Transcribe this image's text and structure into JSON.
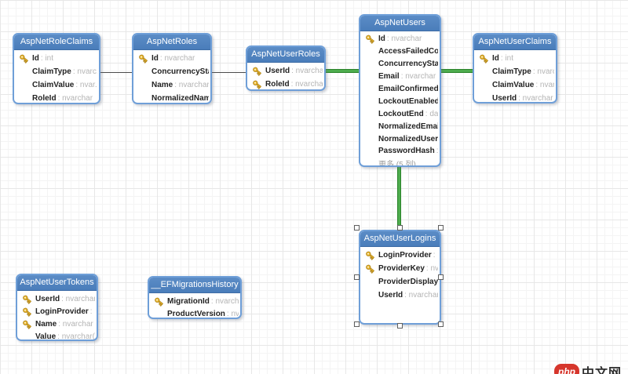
{
  "diagram": {
    "header_color": "#4a7dba",
    "table_border_color": "#6f9fd8",
    "green_relation_color": "#51b151",
    "gray_relation_color": "#4a4a4a",
    "key_icon_color": "#e7b52d"
  },
  "tables": [
    {
      "title": "AspNetRoleClaims",
      "fields": [
        {
          "key": true,
          "name": "Id",
          "type": ": int"
        },
        {
          "key": false,
          "name": "ClaimType",
          "type": ": nvarc..."
        },
        {
          "key": false,
          "name": "ClaimValue",
          "type": ": nvar..."
        },
        {
          "key": false,
          "name": "RoleId",
          "type": ": nvarchar"
        }
      ]
    },
    {
      "title": "AspNetRoles",
      "fields": [
        {
          "key": true,
          "name": "Id",
          "type": ": nvarchar"
        },
        {
          "key": false,
          "name": "ConcurrencyStamp",
          "type": ":"
        },
        {
          "key": false,
          "name": "Name",
          "type": ": nvarchar"
        },
        {
          "key": false,
          "name": "NormalizedName...",
          "type": ""
        }
      ]
    },
    {
      "title": "AspNetUserRoles",
      "fields": [
        {
          "key": true,
          "name": "UserId",
          "type": ": nvarchar"
        },
        {
          "key": true,
          "name": "RoleId",
          "type": ": nvarchar"
        }
      ]
    },
    {
      "title": "AspNetUsers",
      "fields": [
        {
          "key": true,
          "name": "Id",
          "type": ": nvarchar"
        },
        {
          "key": false,
          "name": "AccessFailedCount...",
          "type": ""
        },
        {
          "key": false,
          "name": "ConcurrencyStamp",
          "type": ":"
        },
        {
          "key": false,
          "name": "Email",
          "type": ": nvarchar"
        },
        {
          "key": false,
          "name": "EmailConfirmed",
          "type": ": ..."
        },
        {
          "key": false,
          "name": "LockoutEnabled...",
          "type": ""
        },
        {
          "key": false,
          "name": "LockoutEnd",
          "type": ": dat..."
        },
        {
          "key": false,
          "name": "NormalizedEmail...",
          "type": ""
        },
        {
          "key": false,
          "name": "NormalizedUserN...",
          "type": ""
        },
        {
          "key": false,
          "name": "PasswordHash",
          "type": ": n..."
        },
        {
          "key": false,
          "more": true,
          "name": "更多 (5 列)...",
          "type": ""
        }
      ]
    },
    {
      "title": "AspNetUserClaims",
      "fields": [
        {
          "key": true,
          "name": "Id",
          "type": ": int"
        },
        {
          "key": false,
          "name": "ClaimType",
          "type": ": nvarc..."
        },
        {
          "key": false,
          "name": "ClaimValue",
          "type": ": nvarc..."
        },
        {
          "key": false,
          "name": "UserId",
          "type": ": nvarchar"
        }
      ]
    },
    {
      "title": "AspNetUserLogins",
      "selected": true,
      "fields": [
        {
          "key": true,
          "name": "LoginProvider",
          "type": ": nv..."
        },
        {
          "key": true,
          "name": "ProviderKey",
          "type": ": nvar..."
        },
        {
          "key": false,
          "name": "ProviderDisplayNa...",
          "type": ""
        },
        {
          "key": false,
          "name": "UserId",
          "type": ": nvarchar"
        }
      ]
    },
    {
      "title": "AspNetUserTokens",
      "fields": [
        {
          "key": true,
          "name": "UserId",
          "type": ": nvarchar"
        },
        {
          "key": true,
          "name": "LoginProvider",
          "type": ": nva..."
        },
        {
          "key": true,
          "name": "Name",
          "type": ": nvarchar"
        },
        {
          "key": false,
          "name": "Value",
          "type": ": nvarchar(M..."
        }
      ]
    },
    {
      "title": "__EFMigrationsHistory",
      "fields": [
        {
          "key": true,
          "name": "MigrationId",
          "type": ": nvarchar"
        },
        {
          "key": false,
          "name": "ProductVersion",
          "type": ": nvarc..."
        }
      ]
    }
  ],
  "connections": [
    {
      "from": "AspNetRoleClaims",
      "to": "AspNetRoles",
      "style": "gray"
    },
    {
      "from": "AspNetRoles",
      "to": "AspNetUserRoles",
      "style": "gray"
    },
    {
      "from": "AspNetUserRoles",
      "to": "AspNetUsers",
      "style": "green"
    },
    {
      "from": "AspNetUsers",
      "to": "AspNetUserClaims",
      "style": "green"
    },
    {
      "from": "AspNetUsers",
      "to": "AspNetUserLogins",
      "style": "green"
    }
  ],
  "watermark": {
    "badge": "php",
    "text": "中文网"
  }
}
